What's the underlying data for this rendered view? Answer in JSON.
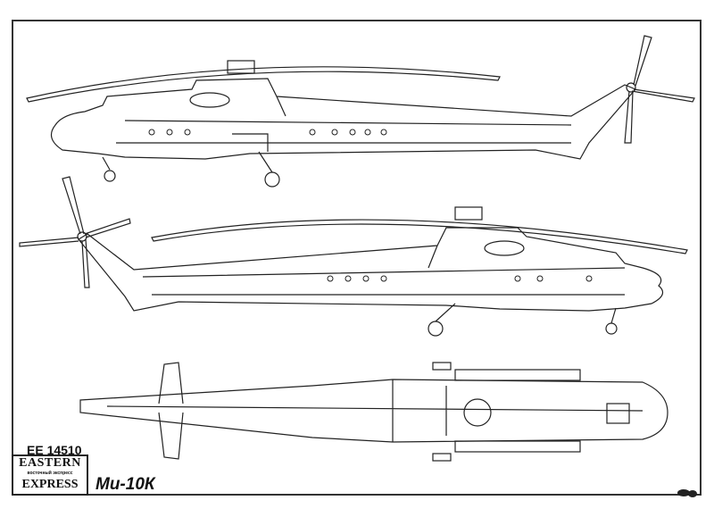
{
  "kit": {
    "code": "EE 14510",
    "model": "Ми-10К"
  },
  "logo": {
    "line1": "EASTERN",
    "line2": "восточный экспресс",
    "line3": "EXPRESS"
  },
  "views": [
    "side-view-left",
    "side-view-right",
    "top-view"
  ]
}
